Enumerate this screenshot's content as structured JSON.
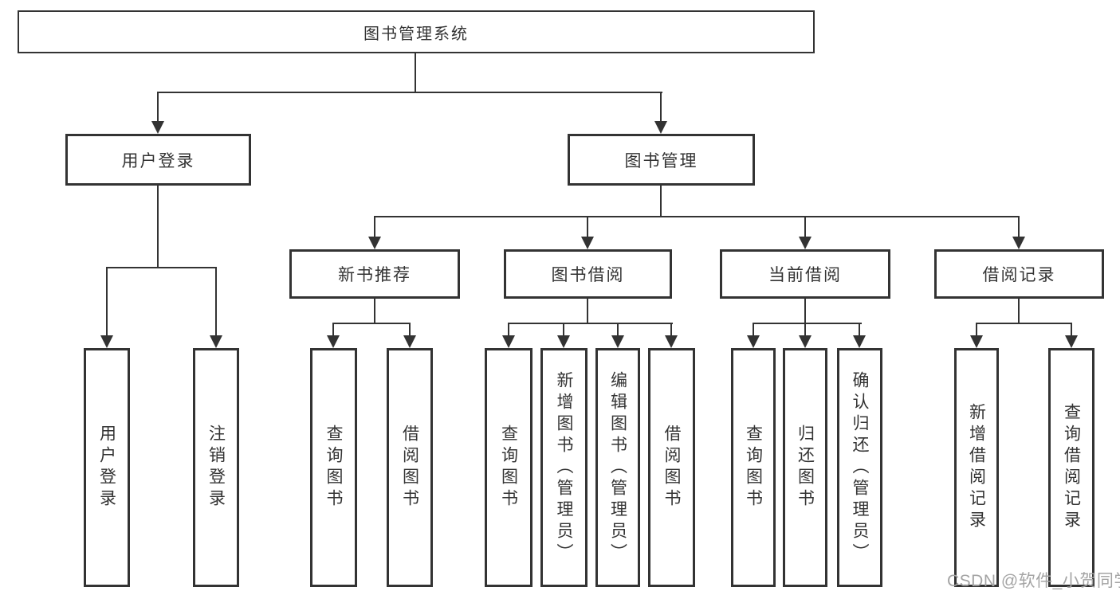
{
  "diagram": {
    "type": "tree",
    "nodes": {
      "root": "图书管理系统",
      "user_login": "用户登录",
      "book_mgmt": "图书管理",
      "new_book_rec": "新书推荐",
      "book_borrow": "图书借阅",
      "current_borrow": "当前借阅",
      "borrow_records": "借阅记录",
      "leaf_user_login": "用户登录",
      "leaf_logout": "注销登录",
      "leaf_rec_query": "查询图书",
      "leaf_rec_borrow": "借阅图书",
      "leaf_bb_query": "查询图书",
      "leaf_bb_add": "新增图书（管理员）",
      "leaf_bb_edit": "编辑图书（管理员）",
      "leaf_bb_borrow": "借阅图书",
      "leaf_cb_query": "查询图书",
      "leaf_cb_return": "归还图书",
      "leaf_cb_confirm": "确认归还（管理员）",
      "leaf_br_add": "新增借阅记录",
      "leaf_br_query": "查询借阅记录"
    },
    "hierarchy": [
      {
        "parent": "root",
        "children": [
          "user_login",
          "book_mgmt"
        ]
      },
      {
        "parent": "user_login",
        "children": [
          "leaf_user_login",
          "leaf_logout"
        ]
      },
      {
        "parent": "book_mgmt",
        "children": [
          "new_book_rec",
          "book_borrow",
          "current_borrow",
          "borrow_records"
        ]
      },
      {
        "parent": "new_book_rec",
        "children": [
          "leaf_rec_query",
          "leaf_rec_borrow"
        ]
      },
      {
        "parent": "book_borrow",
        "children": [
          "leaf_bb_query",
          "leaf_bb_add",
          "leaf_bb_edit",
          "leaf_bb_borrow"
        ]
      },
      {
        "parent": "current_borrow",
        "children": [
          "leaf_cb_query",
          "leaf_cb_return",
          "leaf_cb_confirm"
        ]
      },
      {
        "parent": "borrow_records",
        "children": [
          "leaf_br_add",
          "leaf_br_query"
        ]
      }
    ],
    "colors": {
      "line": "#333333",
      "box_border": "#333333",
      "box_background": "#ffffff",
      "text": "#333333",
      "watermark": "#a4a4a4",
      "page_background": "#ffffff"
    }
  },
  "watermark": {
    "text": "CSDN @软件_小贺同学"
  }
}
